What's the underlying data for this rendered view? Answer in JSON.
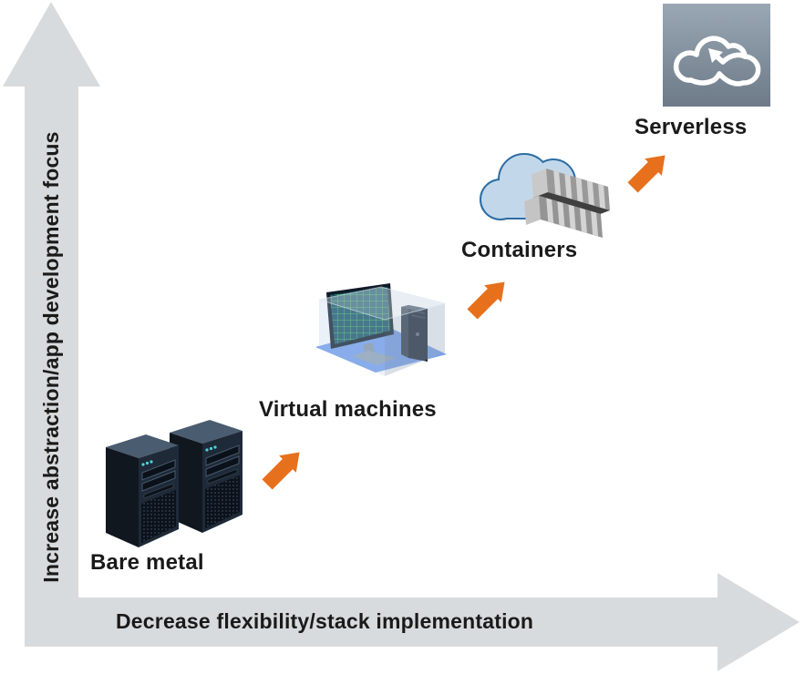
{
  "diagram": {
    "type": "progression-diagram",
    "y_axis_label": "Increase abstraction/app development focus",
    "x_axis_label": "Decrease flexibility/stack implementation",
    "stages": [
      {
        "label": "Bare metal",
        "icon": "server-towers-icon"
      },
      {
        "label": "Virtual machines",
        "icon": "virtual-machine-icon"
      },
      {
        "label": "Containers",
        "icon": "cloud-containers-icon"
      },
      {
        "label": "Serverless",
        "icon": "serverless-cloud-icon"
      }
    ],
    "colors": {
      "axis_arrow": "#d8dbdd",
      "step_arrow": "#e7701d",
      "label_text": "#1a1a1a",
      "cloud_fill": "#c2d8ea",
      "cloud_stroke": "#2d6da3",
      "serverless_badge_top": "#9aa7b4",
      "serverless_badge_bottom": "#6d7a87"
    }
  }
}
